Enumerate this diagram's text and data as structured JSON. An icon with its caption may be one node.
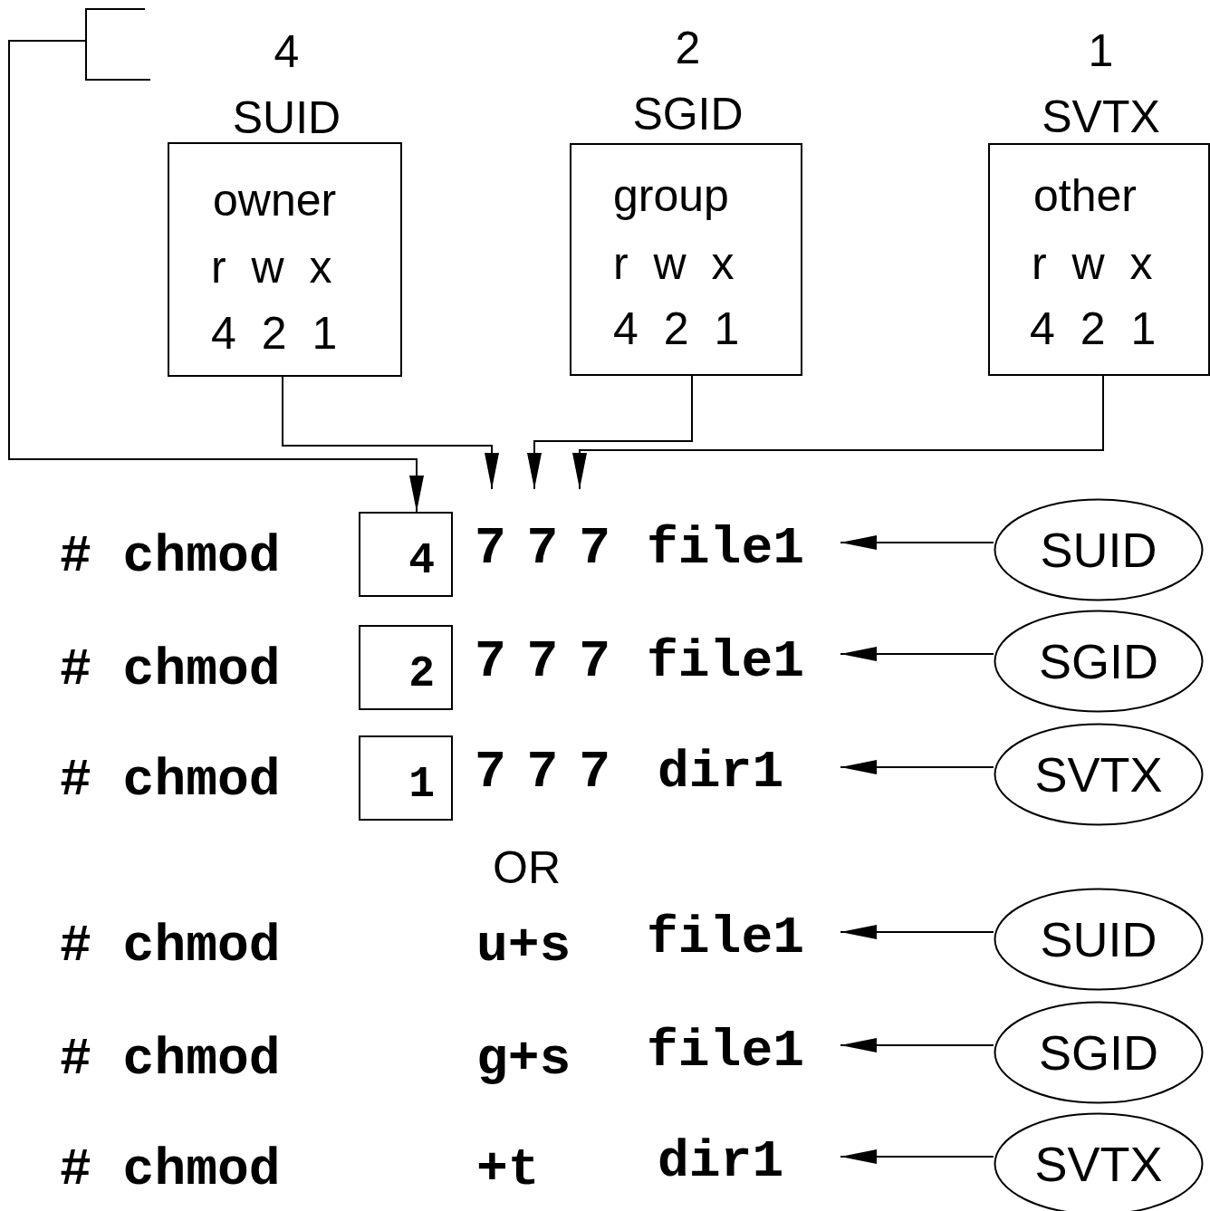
{
  "diagram": {
    "nodes": [
      {
        "text": [
          "4 SUID",
          "owner",
          "r w x",
          "4 2 1"
        ]
      },
      {
        "text": [
          "2 SGID",
          "group",
          "r w x",
          "4 2 1"
        ]
      },
      {
        "text": [
          "1 SVTX",
          "other",
          "r w x",
          "4 2 1"
        ]
      },
      {
        "text": [
          "4"
        ]
      },
      {
        "text": [
          "7 7 7"
        ]
      },
      {
        "text": [
          "file1"
        ]
      },
      {
        "text": [
          "SUID"
        ]
      },
      {
        "text": [
          "2"
        ]
      },
      {
        "text": [
          "7 7 7"
        ]
      },
      {
        "text": [
          "file1"
        ]
      },
      {
        "text": [
          "SGID"
        ]
      },
      {
        "text": [
          "1"
        ]
      },
      {
        "text": [
          "7 7 7"
        ]
      },
      {
        "text": [
          "dir1"
        ]
      },
      {
        "text": [
          "SVTX"
        ]
      },
      {
        "text": [
          "file1"
        ]
      },
      {
        "text": [
          "SUID"
        ]
      },
      {
        "text": [
          "file1"
        ]
      },
      {
        "text": [
          "SGID"
        ]
      },
      {
        "text": [
          "dir1"
        ]
      },
      {
        "text": [
          "SVTX"
        ]
      },
      {
        "text": [],
        "shape": "bracket"
      }
    ],
    "edges": [
      {
        "from": 21,
        "to": 3,
        "arrow": "to"
      },
      {
        "from": 0,
        "to": 4,
        "arrow": "to"
      },
      {
        "from": 1,
        "to": 4,
        "arrow": "to"
      },
      {
        "from": 2,
        "to": 4,
        "arrow": "to"
      },
      {
        "from": 6,
        "to": 5,
        "arrow": "to"
      },
      {
        "from": 10,
        "to": 9,
        "arrow": "to"
      },
      {
        "from": 14,
        "to": 13,
        "arrow": "to"
      },
      {
        "from": 16,
        "to": 15,
        "arrow": "to"
      },
      {
        "from": 18,
        "to": 17,
        "arrow": "to"
      },
      {
        "from": 20,
        "to": 19,
        "arrow": "to"
      }
    ],
    "labels": [
      "# chmod",
      "# chmod",
      "# chmod",
      "OR",
      "# chmod",
      "u+s",
      "# chmod",
      "g+s",
      "# chmod",
      "+t"
    ]
  }
}
